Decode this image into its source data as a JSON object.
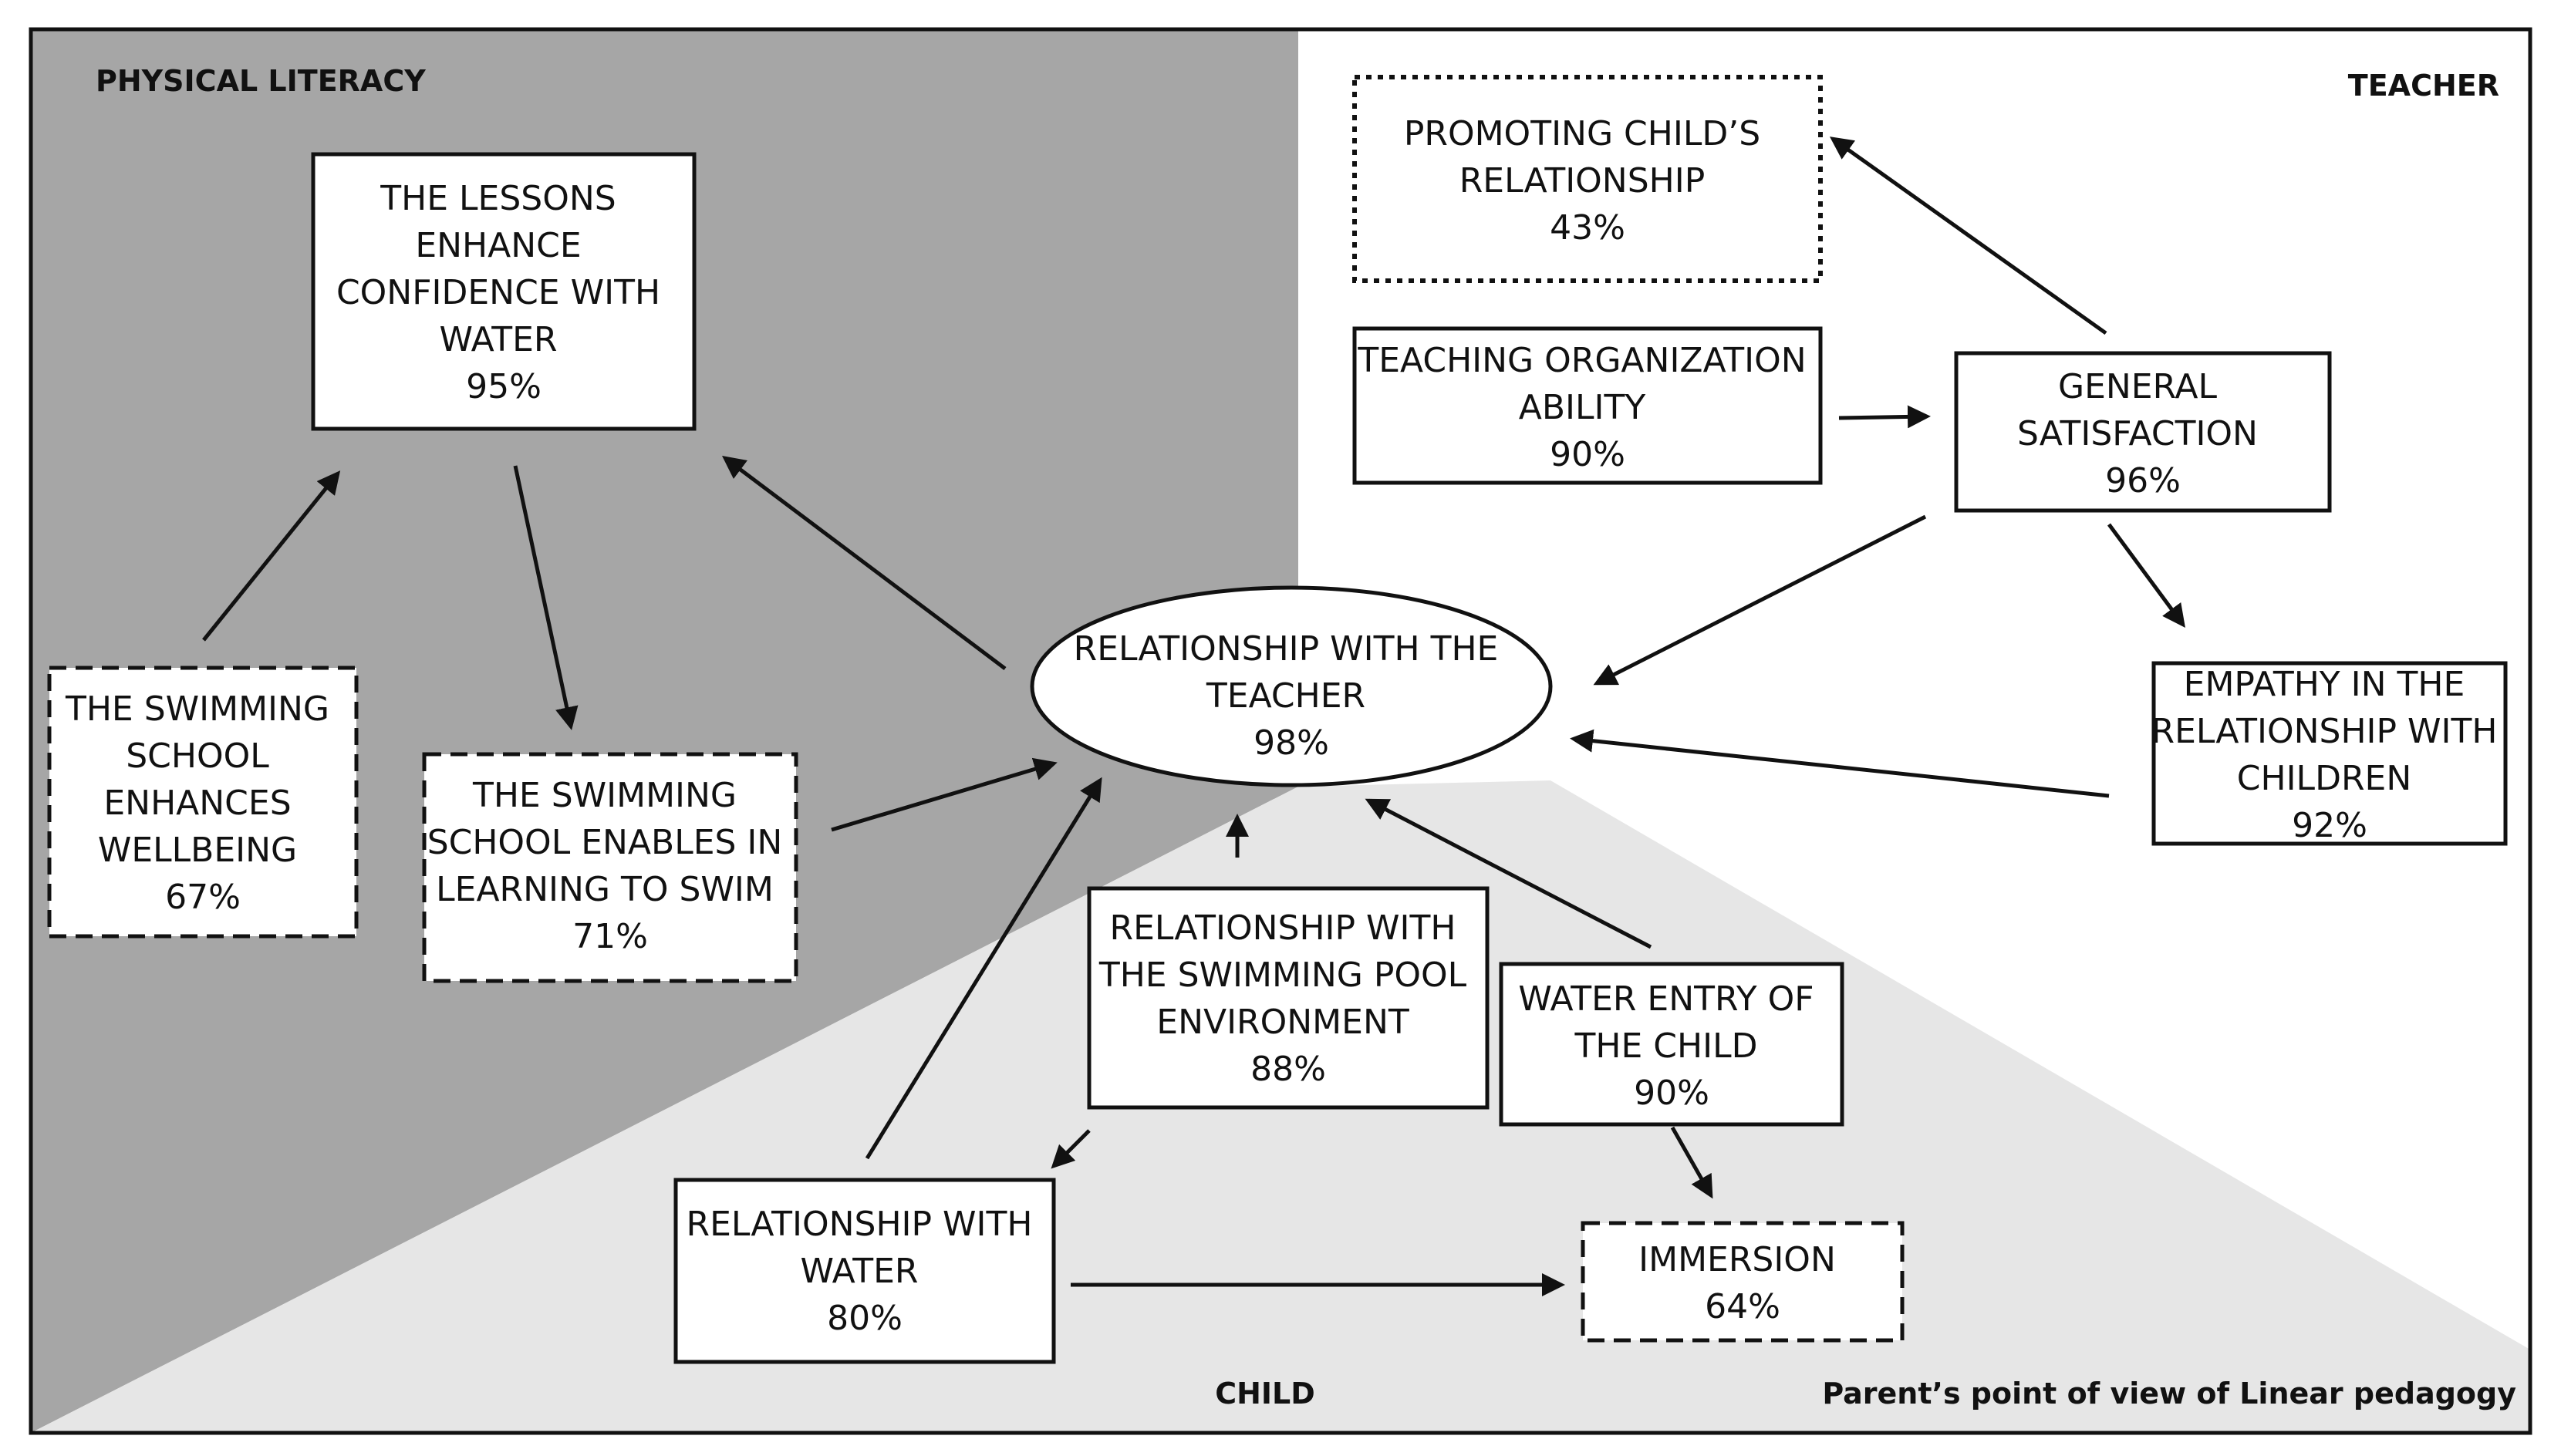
{
  "regions": {
    "physical_literacy": "PHYSICAL LITERACY",
    "teacher": "TEACHER",
    "child": "CHILD",
    "caption": "Parent’s point of view of Linear pedagogy"
  },
  "colors": {
    "physical_literacy_bg": "#a6a6a6",
    "child_bg": "#e6e6e6",
    "teacher_bg": "#ffffff",
    "stroke": "#111111"
  },
  "nodes": {
    "lessons_confidence": {
      "lines": [
        "THE LESSONS",
        "ENHANCE",
        "CONFIDENCE WITH",
        "WATER"
      ],
      "pct": "95%"
    },
    "wellbeing": {
      "lines": [
        "THE SWIMMING",
        "SCHOOL",
        "ENHANCES",
        "WELLBEING"
      ],
      "pct": "67%"
    },
    "learning_to_swim": {
      "lines": [
        "THE SWIMMING",
        "SCHOOL ENABLES IN",
        "LEARNING TO SWIM"
      ],
      "pct": "71%"
    },
    "relationship_teacher": {
      "lines": [
        "RELATIONSHIP WITH THE",
        "TEACHER"
      ],
      "pct": "98%"
    },
    "promoting_child_relationship": {
      "lines": [
        "PROMOTING CHILD’S",
        "RELATIONSHIP"
      ],
      "pct": "43%"
    },
    "teaching_organization": {
      "lines": [
        "TEACHING ORGANIZATION",
        "ABILITY"
      ],
      "pct": "90%"
    },
    "general_satisfaction": {
      "lines": [
        "GENERAL",
        "SATISFACTION"
      ],
      "pct": "96%"
    },
    "empathy": {
      "lines": [
        "EMPATHY IN THE",
        "RELATIONSHIP WITH",
        "CHILDREN"
      ],
      "pct": "92%"
    },
    "pool_environment": {
      "lines": [
        "RELATIONSHIP WITH",
        "THE SWIMMING POOL",
        "ENVIRONMENT"
      ],
      "pct": "88%"
    },
    "water_entry": {
      "lines": [
        "WATER ENTRY OF",
        "THE CHILD"
      ],
      "pct": "90%"
    },
    "relationship_water": {
      "lines": [
        "RELATIONSHIP WITH",
        "WATER"
      ],
      "pct": "80%"
    },
    "immersion": {
      "lines": [
        "IMMERSION"
      ],
      "pct": "64%"
    }
  }
}
